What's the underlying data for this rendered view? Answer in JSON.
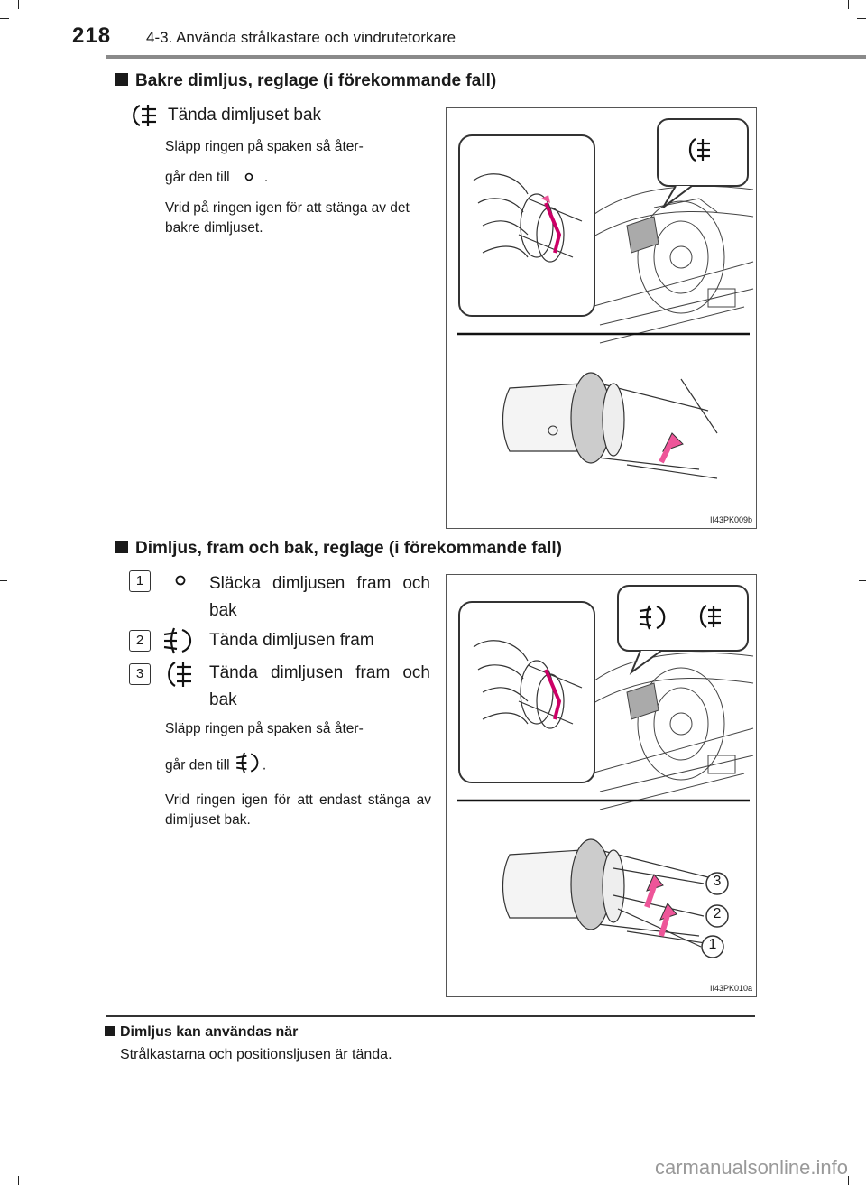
{
  "header": {
    "page_number": "218",
    "chapter_title": "4-3. Använda strålkastare och vindrutetorkare"
  },
  "section1": {
    "heading": "Bakre dimljus, reglage (i förekommande fall)",
    "item_label": "Tända dimljuset bak",
    "para1_line1": "Släpp ringen på spaken så åter-",
    "para1_line2_prefix": "går den till",
    "para1_line2_suffix": ".",
    "para2": "Vrid på ringen igen för att stänga av det bakre dimljuset.",
    "figure_code": "II43PK009b"
  },
  "section2": {
    "heading": "Dimljus, fram och bak, reglage (i förekommande fall)",
    "items": [
      {
        "number": "1",
        "label": "Släcka dimljusen fram och bak",
        "icon": "off-circle-icon"
      },
      {
        "number": "2",
        "label": "Tända dimljusen fram",
        "icon": "front-fog-icon"
      },
      {
        "number": "3",
        "label": "Tända dimljusen fram och bak",
        "icon": "rear-fog-icon"
      }
    ],
    "para1_line1": "Släpp ringen på spaken så åter-",
    "para1_line2_prefix": "går den till",
    "para1_line2_suffix": ".",
    "para2": "Vrid ringen igen för att endast stänga av dimljuset bak.",
    "figure_code": "II43PK010a",
    "callouts": [
      "3",
      "2",
      "1"
    ]
  },
  "note": {
    "heading": "Dimljus kan användas när",
    "text": "Strålkastarna och positionsljusen är tända."
  },
  "watermark": "carmanualsonline.info"
}
